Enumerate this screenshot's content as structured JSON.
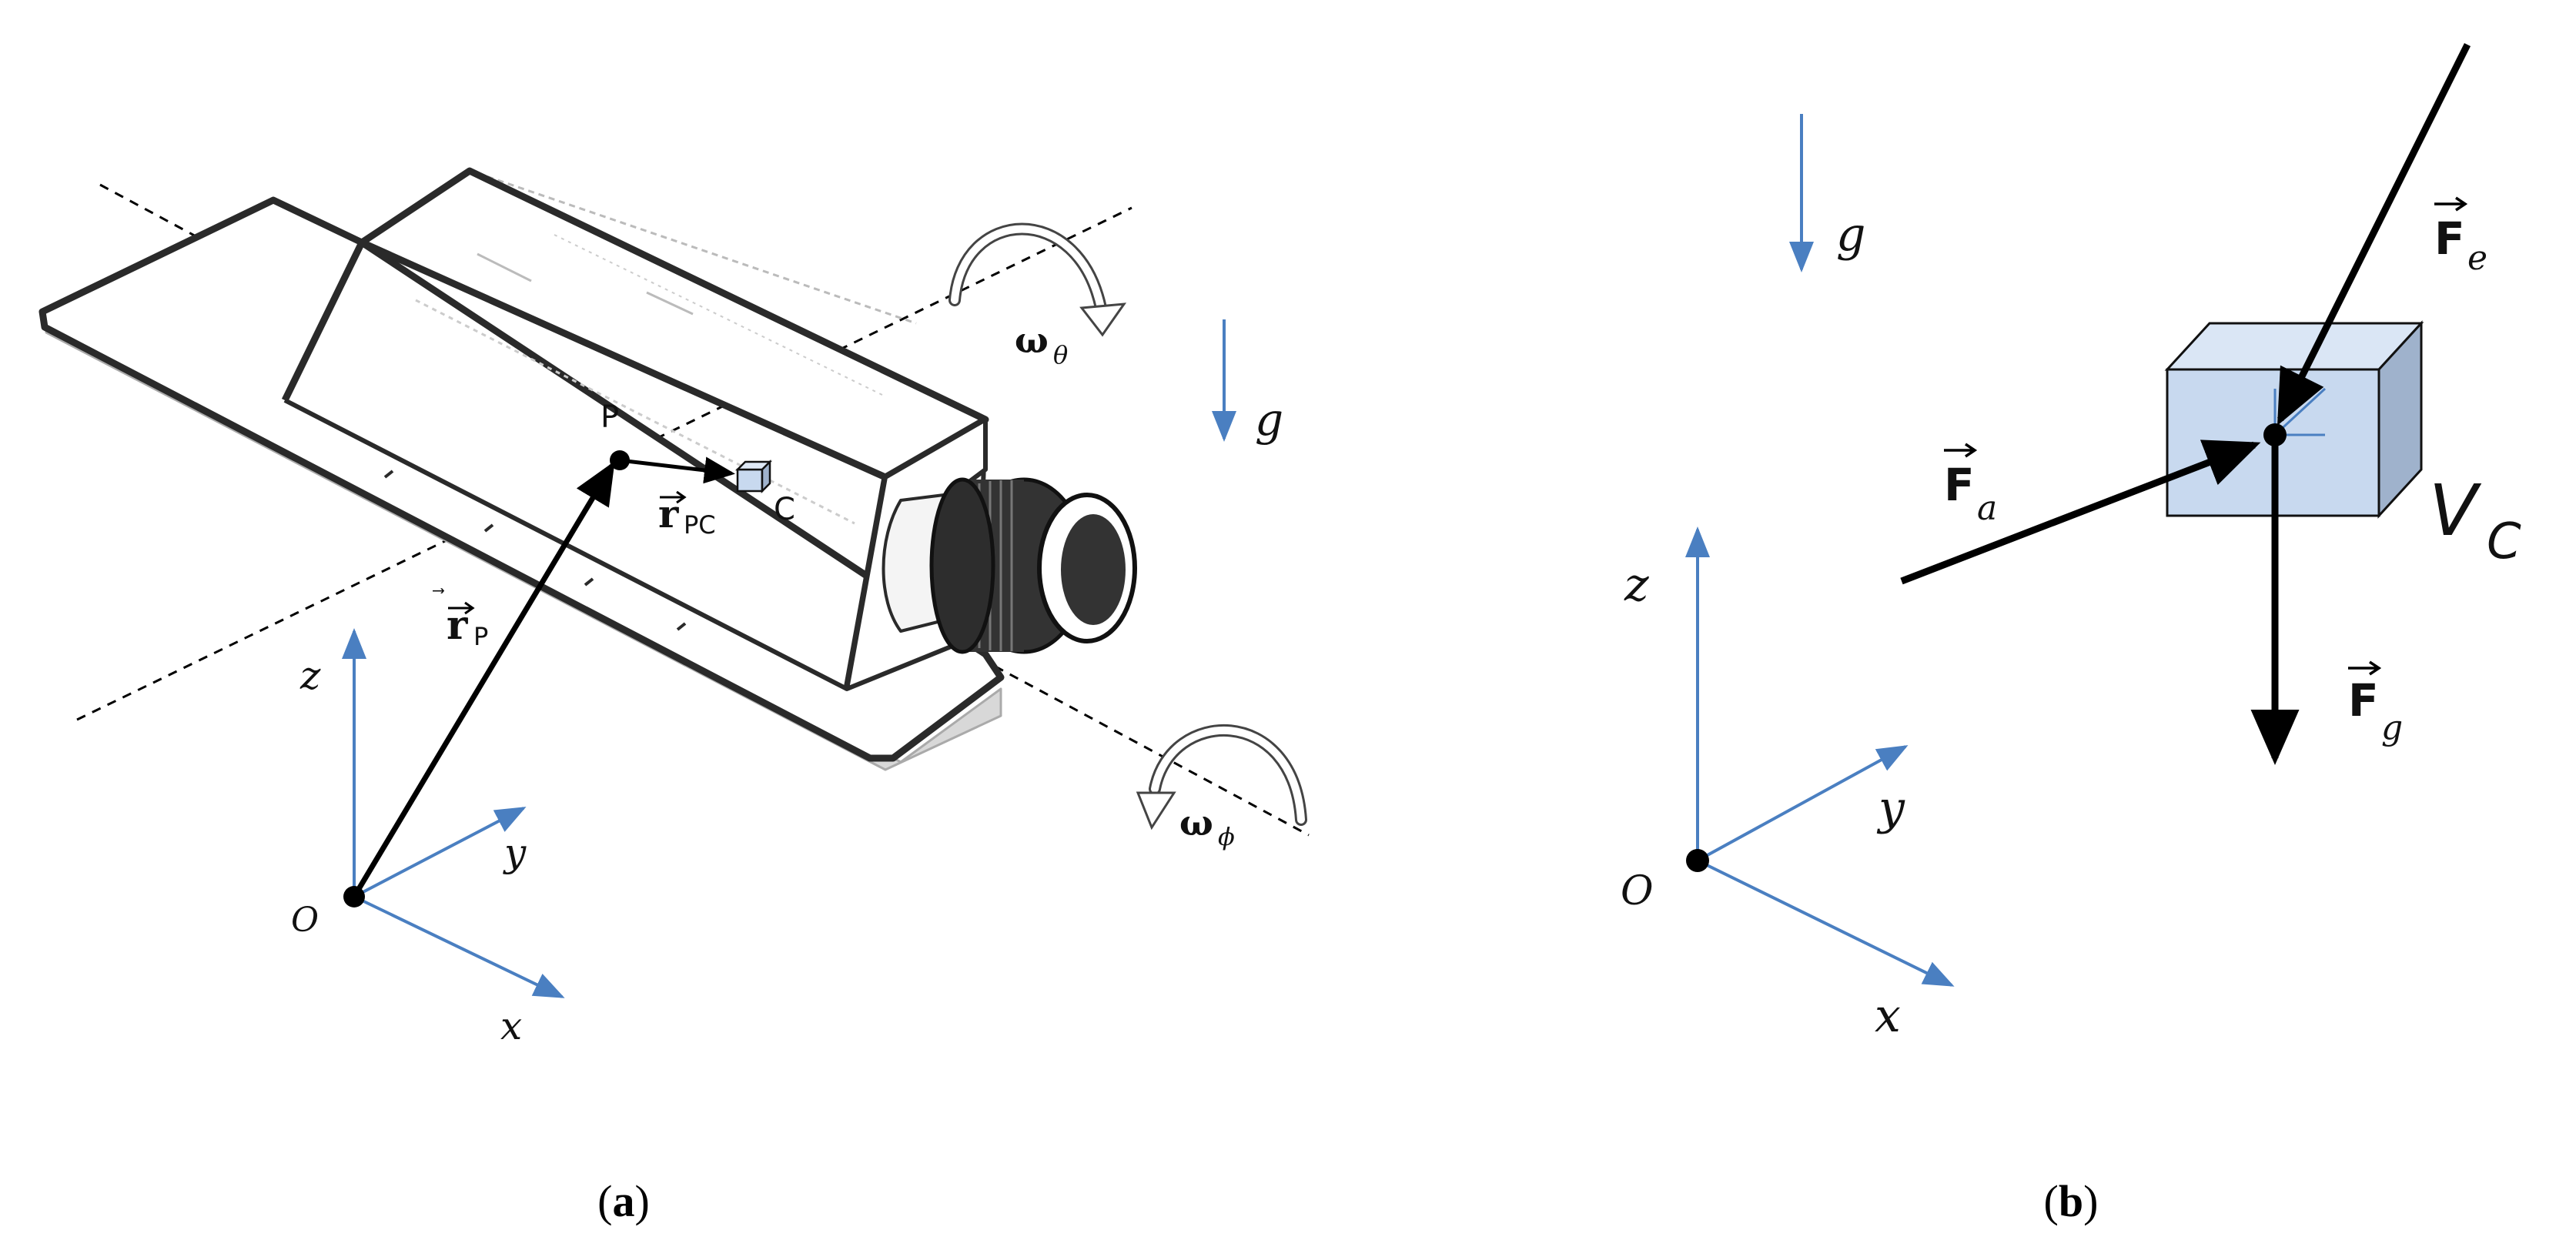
{
  "panel_a": {
    "caption_open": "(",
    "caption_letter": "a",
    "caption_close": ")",
    "point_p": "P",
    "point_c": "C",
    "origin": "O",
    "axis_x": "x",
    "axis_y": "y",
    "axis_z": "z",
    "gravity": "g",
    "vec_rp_main": "r",
    "vec_rp_sub": "P",
    "vec_rpc_main": "r",
    "vec_rpc_sub": "PC",
    "omega_theta_main": "ω",
    "omega_theta_sub": "θ",
    "omega_phi_main": "ω",
    "omega_phi_sub": "ϕ"
  },
  "panel_b": {
    "caption_open": "(",
    "caption_letter": "b",
    "caption_close": ")",
    "origin": "O",
    "axis_x": "x",
    "axis_y": "y",
    "axis_z": "z",
    "gravity": "g",
    "volume_main": "V",
    "volume_sub": "C",
    "force_a_main": "F",
    "force_a_sub": "a",
    "force_e_main": "F",
    "force_e_sub": "e",
    "force_g_main": "F",
    "force_g_sub": "g"
  },
  "colors": {
    "axis_blue": "#4a7fc1",
    "cube_fill": "#c8d9ef",
    "cube_side": "#9fb2cc",
    "flask_outline": "#2a2a2a",
    "black": "#000000"
  }
}
